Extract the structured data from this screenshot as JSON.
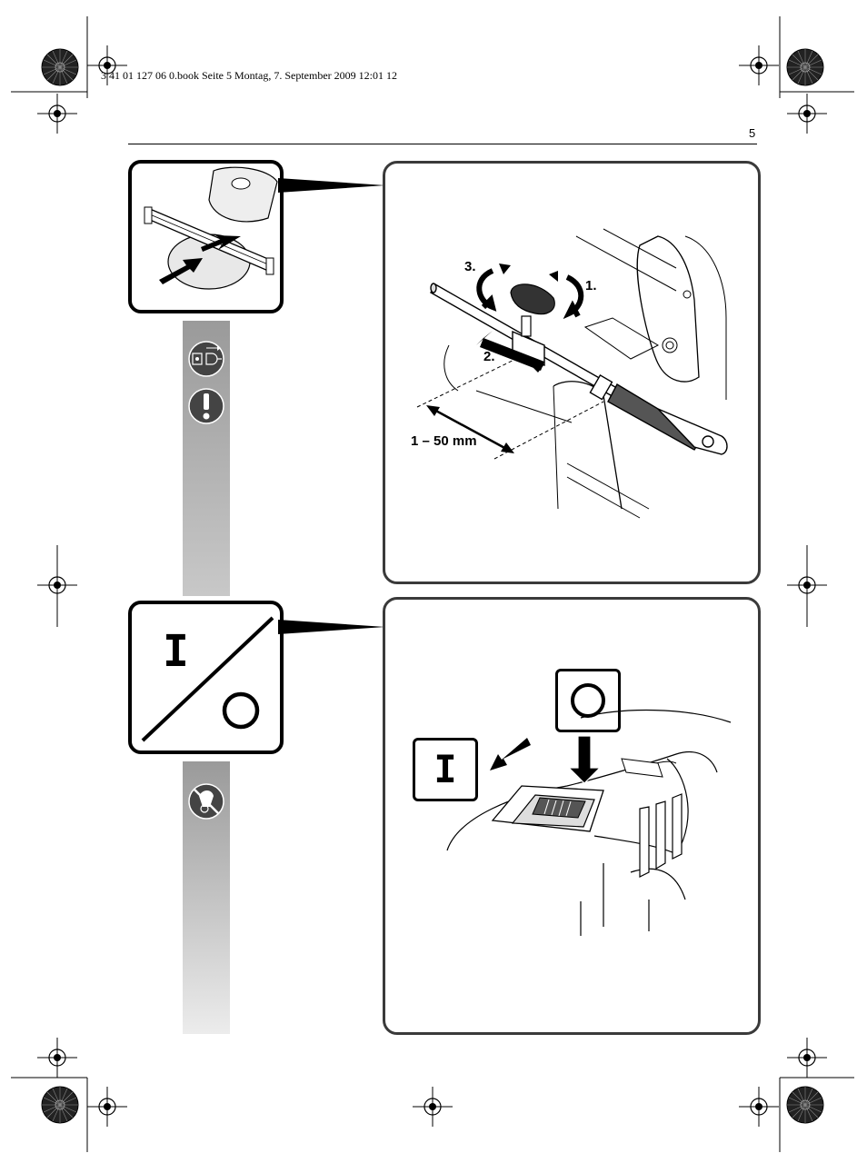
{
  "header": {
    "book_line": "3 41 01 127 06 0.book  Seite 5  Montag, 7. September 2009  12:01 12",
    "page_number": "5"
  },
  "figure_top": {
    "step_labels": [
      "3.",
      "1.",
      "2."
    ],
    "dimension": "1 – 50 mm"
  },
  "figure_bottom": {
    "on_symbol": "I",
    "off_symbol": "O"
  },
  "icons": {
    "top_strip": [
      "unplug-before-adjusting-icon",
      "warning-exclamation-icon"
    ],
    "bottom_strip": [
      "no-touch-disc-icon"
    ],
    "thumb_top": "guide-fence-thumbnail",
    "thumb_bottom": "on-off-thumbnail"
  },
  "colors": {
    "panel_border": "#3a3a3a",
    "strip_gray_top": "#9a9a9a",
    "strip_gray_bottom": "#e8e8e8"
  }
}
